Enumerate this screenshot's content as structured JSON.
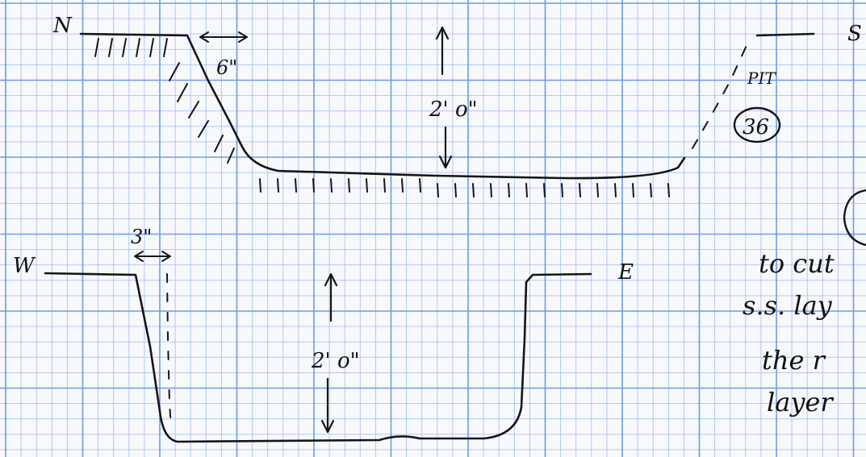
{
  "colors": {
    "paper": "#f7f9fc",
    "grid_major": "#6f9be6",
    "grid_minor": "#a8c3f2",
    "ink": "#151515"
  },
  "profile_ns": {
    "north_label": "N",
    "south_label": "S",
    "offset_label": "6\"",
    "depth_label": "2' o\"",
    "pit_label": "PIT",
    "pit_number": "36"
  },
  "profile_we": {
    "west_label": "W",
    "east_label": "E",
    "offset_label": "3\"",
    "depth_label": "2' o\""
  },
  "side_note": {
    "lines": [
      "to cut",
      "s.s. lay",
      "the r",
      "layer"
    ]
  }
}
